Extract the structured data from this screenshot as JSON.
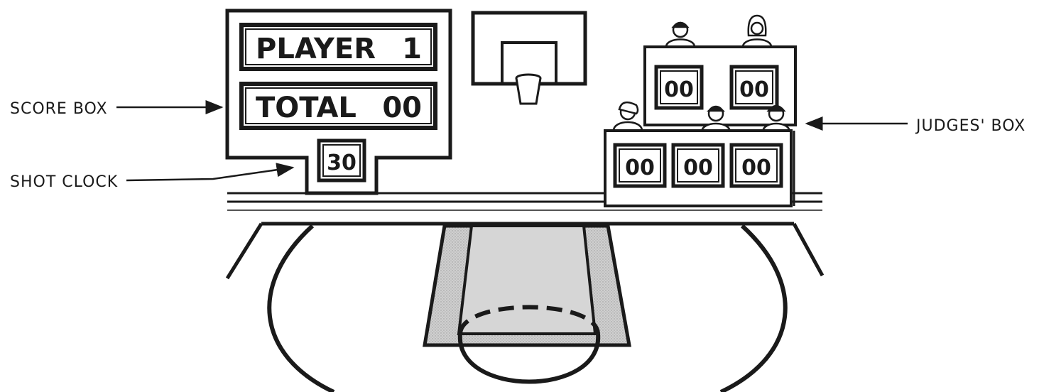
{
  "callouts": {
    "score_box": "SCORE BOX",
    "shot_clock": "SHOT CLOCK",
    "judges_box": "JUDGES' BOX"
  },
  "scoreboard": {
    "player_label": "PLAYER",
    "player_value": "1",
    "total_label": "TOTAL",
    "total_value": "00",
    "shot_clock_value": "30"
  },
  "judges": {
    "top_scores": [
      "00",
      "00"
    ],
    "bottom_scores": [
      "00",
      "00",
      "00"
    ]
  },
  "colors": {
    "ink": "#1a1a1a",
    "paint": "#c8c8c8",
    "background": "#ffffff"
  }
}
